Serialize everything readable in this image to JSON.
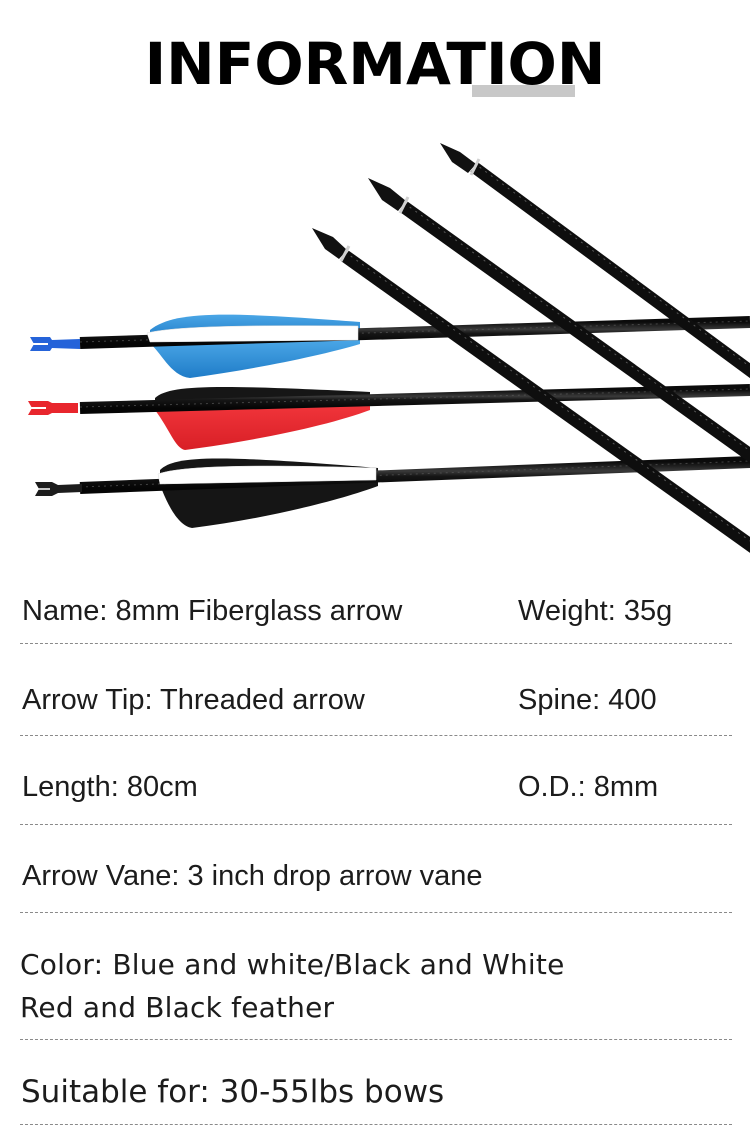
{
  "header": {
    "title": "INFORMATION",
    "highlight_color": "#c8c8c8"
  },
  "product_image": {
    "description": "Five 8mm fiberglass arrows; three horizontal arrows with vanes and nocks, three diagonal arrow shafts with threaded tips",
    "arrows": [
      {
        "nock_color": "#1f5fd6",
        "vane_colors": [
          "#2e8fd8",
          "#ffffff"
        ],
        "label": "blue-white"
      },
      {
        "nock_color": "#e8262d",
        "vane_colors": [
          "#e82a2e",
          "#1a1a1a"
        ],
        "label": "red-black"
      },
      {
        "nock_color": "#1a1a1a",
        "vane_colors": [
          "#1a1a1a",
          "#ffffff"
        ],
        "label": "black-white"
      }
    ]
  },
  "specs": {
    "name": "Name: 8mm Fiberglass arrow",
    "weight": "Weight: 35g",
    "arrow_tip": "Arrow Tip: Threaded arrow",
    "spine": "Spine: 400",
    "length": "Length: 80cm",
    "od": "O.D.: 8mm",
    "arrow_vane": "Arrow Vane: 3 inch drop arrow vane",
    "color_line1": "Color: Blue and white/Black and White",
    "color_line2": "Red and Black feather",
    "suitable_for": "Suitable for: 30-55lbs bows"
  }
}
